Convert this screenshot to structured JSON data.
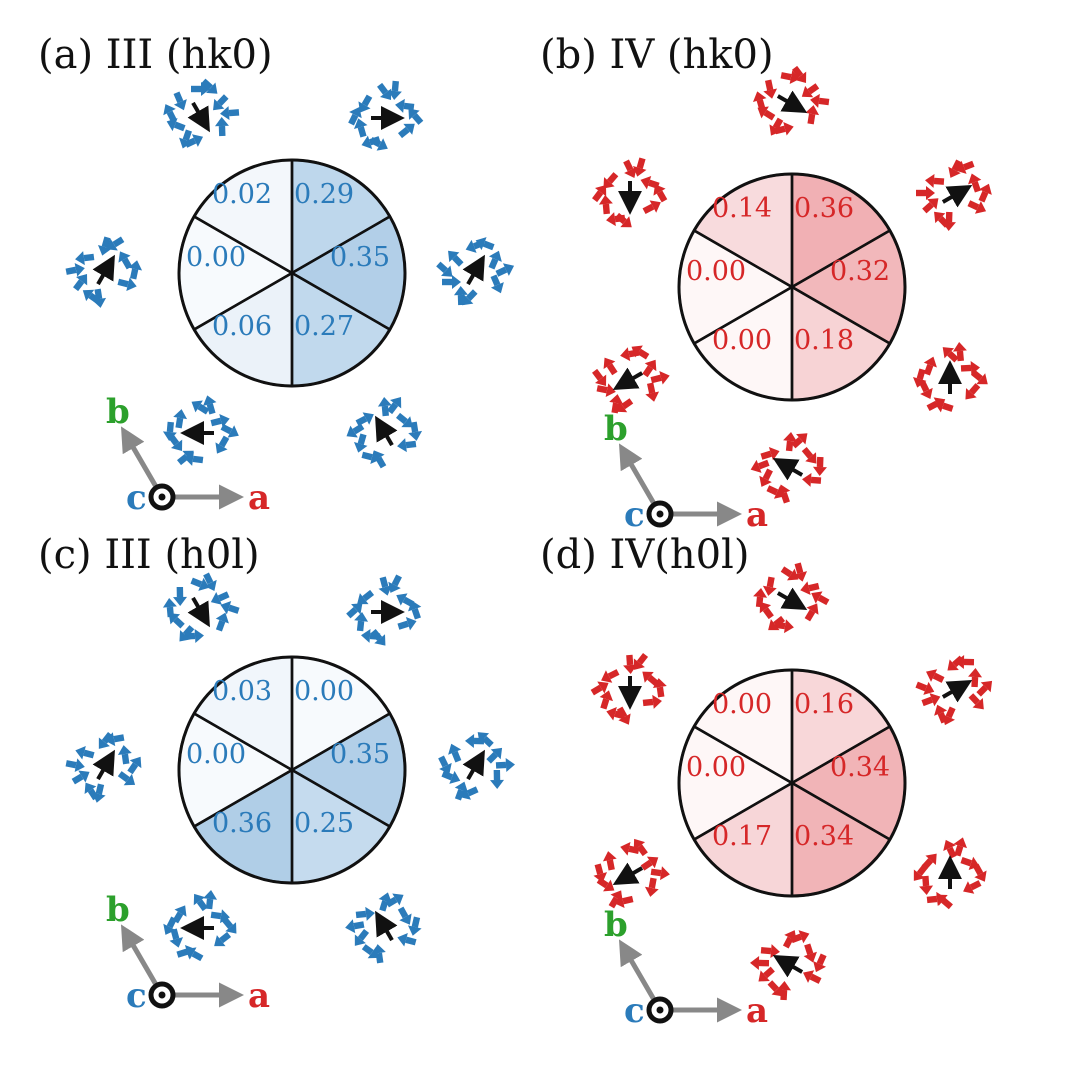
{
  "colors": {
    "blue": "#2b7bba",
    "red": "#d62728",
    "green": "#2ca02c",
    "gray": "#888888",
    "black": "#111111",
    "blue_fill": "#2f7fc1",
    "red_fill": "#d9303a"
  },
  "axes_labels": {
    "a": "a",
    "b": "b",
    "c": "c"
  },
  "icons": {
    "spin": "arrow-icon",
    "c_axis": "circle-dot-icon"
  },
  "panels": [
    {
      "id": "a",
      "label": "(a) III (hk0)",
      "color": "blue",
      "sectors": {
        "upper_left": 0.02,
        "upper_right": 0.29,
        "right": 0.35,
        "lower_right": 0.27,
        "lower_left": 0.06,
        "left": 0.0
      },
      "texts": {
        "upper_left": "0.02",
        "upper_right": "0.29",
        "right": "0.35",
        "lower_right": "0.27",
        "lower_left": "0.06",
        "left": "0.00"
      }
    },
    {
      "id": "b",
      "label": "(b) IV (hk0)",
      "color": "red",
      "sectors": {
        "upper_left": 0.14,
        "upper_right": 0.36,
        "right": 0.32,
        "lower_right": 0.18,
        "lower_left": 0.0,
        "left": 0.0
      },
      "texts": {
        "upper_left": "0.14",
        "upper_right": "0.36",
        "right": "0.32",
        "lower_right": "0.18",
        "lower_left": "0.00",
        "left": "0.00"
      }
    },
    {
      "id": "c",
      "label": "(c) III (h0l)",
      "color": "blue",
      "sectors": {
        "upper_left": 0.03,
        "upper_right": 0.0,
        "right": 0.35,
        "lower_right": 0.25,
        "lower_left": 0.36,
        "left": 0.0
      },
      "texts": {
        "upper_left": "0.03",
        "upper_right": "0.00",
        "right": "0.35",
        "lower_right": "0.25",
        "lower_left": "0.36",
        "left": "0.00"
      }
    },
    {
      "id": "d",
      "label": "(d) IV(h0l)",
      "color": "red",
      "sectors": {
        "upper_left": 0.0,
        "upper_right": 0.16,
        "right": 0.34,
        "lower_right": 0.34,
        "lower_left": 0.17,
        "left": 0.0
      },
      "texts": {
        "upper_left": "0.00",
        "upper_right": "0.16",
        "right": "0.34",
        "lower_right": "0.34",
        "lower_left": "0.17",
        "left": "0.00"
      }
    }
  ]
}
